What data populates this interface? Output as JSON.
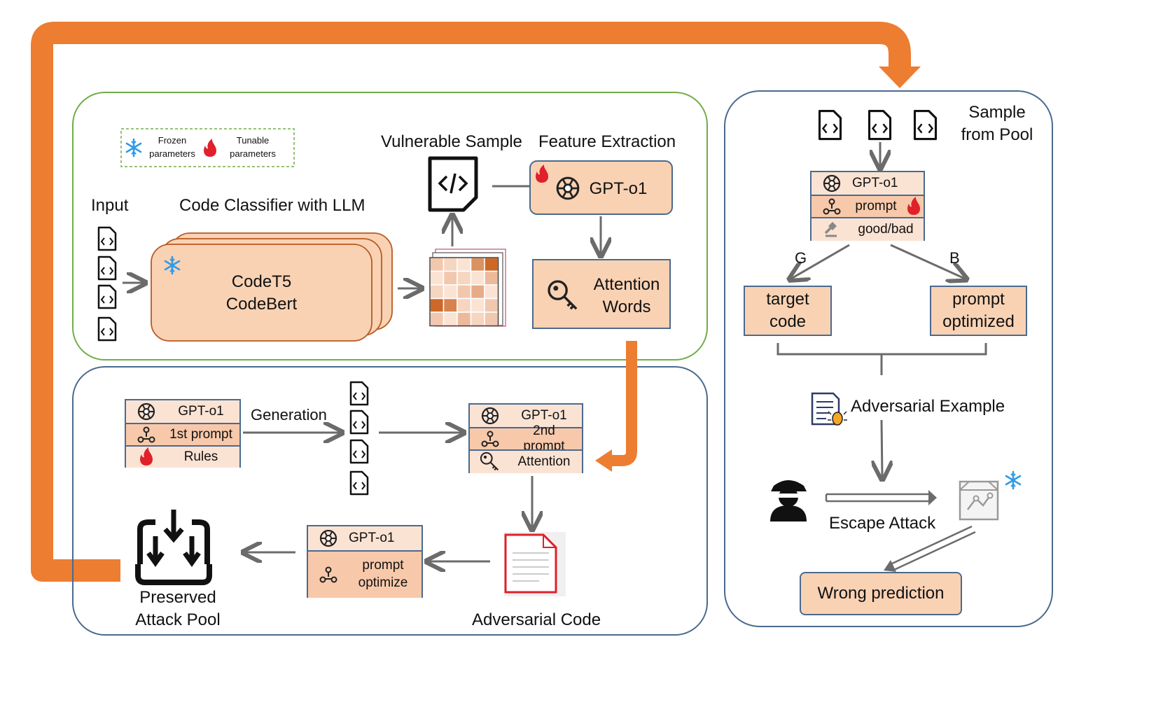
{
  "legend": {
    "frozen": [
      "Frozen",
      "parameters"
    ],
    "tunable": [
      "Tunable",
      "parameters"
    ]
  },
  "top": {
    "input_label": "Input",
    "classifier_label": "Code Classifier with LLM",
    "classifier_models": [
      "CodeT5",
      "CodeBert"
    ],
    "vulnerable_label": "Vulnerable Sample",
    "feature_label": "Feature Extraction",
    "feature_model": "GPT-o1",
    "attention_words": [
      "Attention",
      "Words"
    ]
  },
  "bottom": {
    "gen_box": [
      "GPT-o1",
      "1st prompt",
      "Rules"
    ],
    "generation_label": "Generation",
    "second_box": [
      "GPT-o1",
      "2nd prompt",
      "Attention"
    ],
    "optimize_box": [
      "GPT-o1",
      "prompt",
      "optimize"
    ],
    "adversarial_code_label": "Adversarial Code",
    "pool_label": [
      "Preserved",
      "Attack Pool"
    ]
  },
  "right": {
    "sample_label": [
      "Sample",
      "from Pool"
    ],
    "judge_box": [
      "GPT-o1",
      "prompt",
      "good/bad"
    ],
    "branch_g": "G",
    "branch_b": "B",
    "target_code": [
      "target",
      "code"
    ],
    "prompt_optimized": [
      "prompt",
      "optimized"
    ],
    "adversarial_example": "Adversarial Example",
    "escape_attack": "Escape Attack",
    "wrong_prediction": "Wrong prediction"
  },
  "colors": {
    "orange_arrow": "#ed7d31",
    "panel_green": "#70ad47",
    "panel_blue": "#4a6a8e",
    "box_fill": "#f9d2b4",
    "box_fill_light": "#fbe3d4",
    "arrow_gray": "#6b6b6b",
    "fire_red": "#e0202a",
    "snow_blue": "#2e9be8"
  },
  "heatmap": {
    "cells": [
      0.2,
      0.1,
      0.0,
      0.6,
      0.9,
      0.0,
      0.2,
      0.1,
      0.0,
      0.3,
      0.1,
      0.0,
      0.2,
      0.4,
      0.0,
      0.9,
      0.7,
      0.1,
      0.0,
      0.2,
      0.2,
      0.0,
      0.3,
      0.1,
      0.2
    ]
  }
}
